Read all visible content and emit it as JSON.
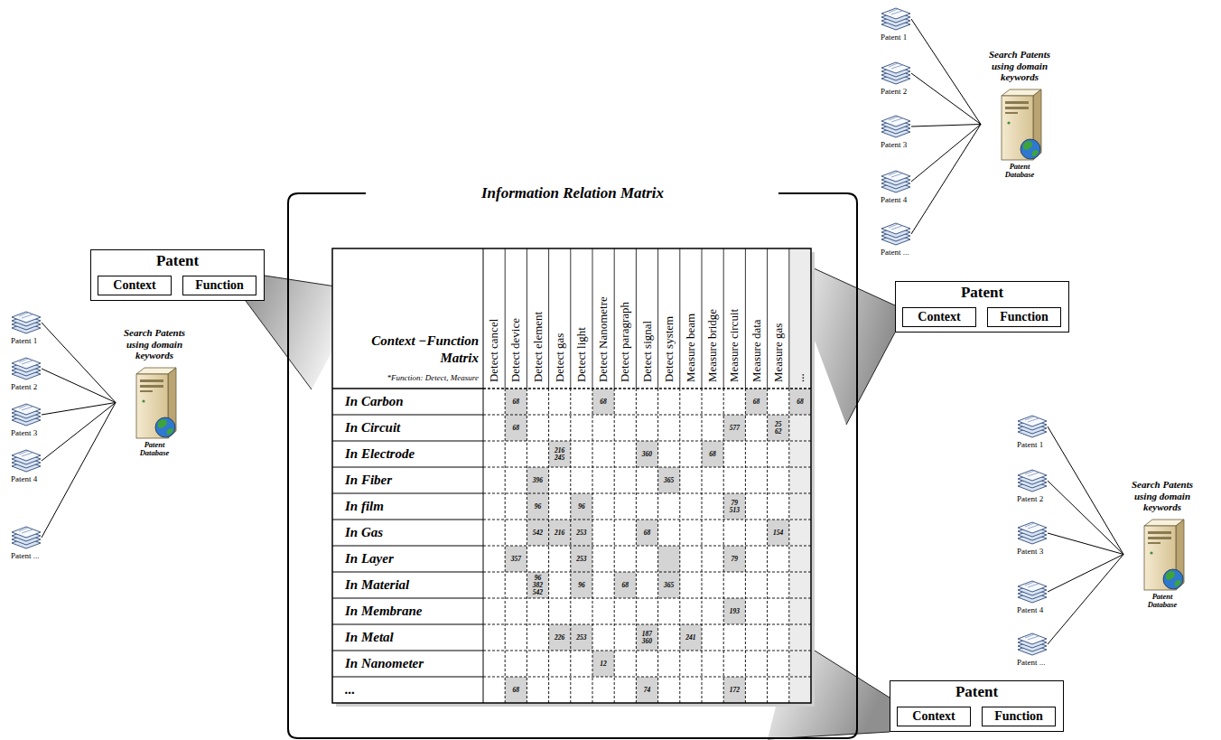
{
  "diagram": {
    "nodes": [
      {
        "text": [
          "Patent 1"
        ]
      },
      {
        "text": [
          "Patent 2"
        ]
      },
      {
        "text": [
          "Patent 3"
        ]
      },
      {
        "text": [
          "Patent 4"
        ]
      },
      {
        "text": [
          "Patent ..."
        ]
      },
      {
        "text": [
          "Search Patents using domain keywords",
          "Patent Database"
        ]
      },
      {
        "text": [
          "Patent"
        ]
      },
      {
        "text": [
          "Context"
        ],
        "in": 6
      },
      {
        "text": [
          "Function"
        ],
        "in": 6
      },
      {
        "text": [
          "Information Relation Matrix"
        ]
      },
      {
        "text": [
          "Patent 1"
        ]
      },
      {
        "text": [
          "Patent 2"
        ]
      },
      {
        "text": [
          "Patent 3"
        ]
      },
      {
        "text": [
          "Patent 4"
        ]
      },
      {
        "text": [
          "Patent ..."
        ]
      },
      {
        "text": [
          "Search Patents using domain keywords",
          "Patent Database"
        ]
      },
      {
        "text": [
          "Patent"
        ]
      },
      {
        "text": [
          "Context"
        ],
        "in": 16
      },
      {
        "text": [
          "Function"
        ],
        "in": 16
      },
      {
        "text": [
          "Patent 1"
        ]
      },
      {
        "text": [
          "Patent 2"
        ]
      },
      {
        "text": [
          "Patent 3"
        ]
      },
      {
        "text": [
          "Patent 4"
        ]
      },
      {
        "text": [
          "Patent ..."
        ]
      },
      {
        "text": [
          "Search Patents using domain keywords",
          "Patent Database"
        ]
      },
      {
        "text": [
          "Patent"
        ]
      },
      {
        "text": [
          "Context"
        ],
        "in": 25
      },
      {
        "text": [
          "Function"
        ],
        "in": 25
      }
    ],
    "edges": [
      {
        "from": 0,
        "to": 5,
        "arrow": "none"
      },
      {
        "from": 1,
        "to": 5,
        "arrow": "none"
      },
      {
        "from": 2,
        "to": 5,
        "arrow": "none"
      },
      {
        "from": 3,
        "to": 5,
        "arrow": "none"
      },
      {
        "from": 4,
        "to": 5,
        "arrow": "none"
      },
      {
        "from": 10,
        "to": 15,
        "arrow": "none"
      },
      {
        "from": 11,
        "to": 15,
        "arrow": "none"
      },
      {
        "from": 12,
        "to": 15,
        "arrow": "none"
      },
      {
        "from": 13,
        "to": 15,
        "arrow": "none"
      },
      {
        "from": 14,
        "to": 15,
        "arrow": "none"
      },
      {
        "from": 19,
        "to": 24,
        "arrow": "none"
      },
      {
        "from": 20,
        "to": 24,
        "arrow": "none"
      },
      {
        "from": 21,
        "to": 24,
        "arrow": "none"
      },
      {
        "from": 22,
        "to": 24,
        "arrow": "none"
      },
      {
        "from": 23,
        "to": 24,
        "arrow": "none"
      }
    ],
    "labels": [
      "Context −Function Matrix",
      "*Function: Detect, Measure",
      "Detect cancel",
      "Detect device",
      "Detect element",
      "Detect gas",
      "Detect light",
      "Detect Nanometre",
      "Detect paragraph",
      "Detect signal",
      "Detect system",
      "Measure beam",
      "Measure bridge",
      "Measure circuit",
      "Measure data",
      "Measure gas",
      "...",
      "In Carbon",
      "68",
      "68",
      "68",
      "68",
      "In Circuit",
      "68",
      "577",
      "25 62",
      "In Electrode",
      "216 245",
      "360",
      "68",
      "In Fiber",
      "396",
      "365",
      "In film",
      "96",
      "96",
      "79 513",
      "In Gas",
      "542",
      "216",
      "253",
      "68",
      "154",
      "In Layer",
      "357",
      "253",
      "79",
      "In Material",
      "96 382 542",
      "96",
      "68",
      "365",
      "In Membrane",
      "193",
      "In Metal",
      "226",
      "253",
      "187 360",
      "241",
      "In Nanometer",
      "12",
      "...",
      "68",
      "74",
      "172"
    ]
  }
}
